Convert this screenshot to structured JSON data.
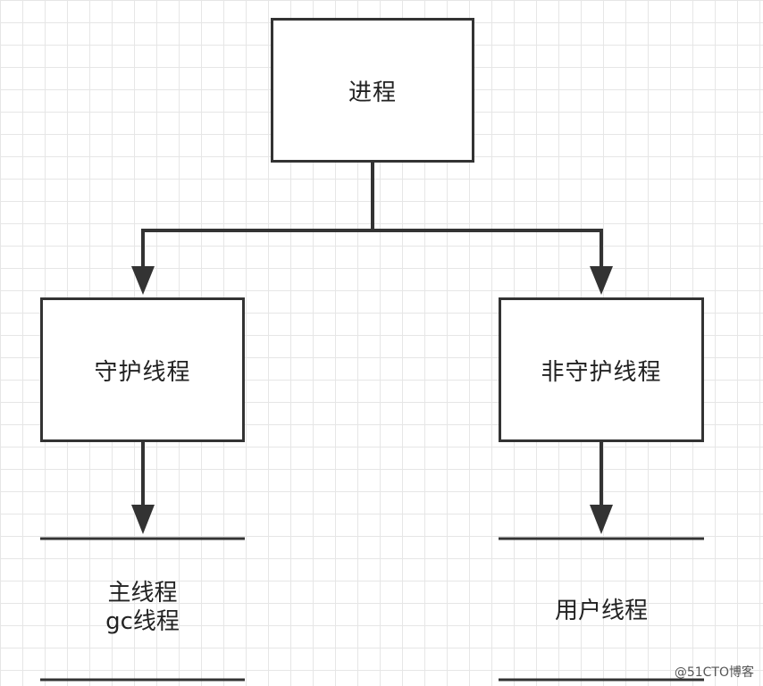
{
  "nodes": {
    "process": "进程",
    "daemon_thread": "守护线程",
    "non_daemon_thread": "非守护线程"
  },
  "daemon_group": {
    "items": [
      "主线程",
      "gc线程"
    ]
  },
  "user_group": {
    "items": [
      "用户线程"
    ]
  },
  "watermark": "@51CTO博客",
  "colors": {
    "stroke": "#333333",
    "grid": "#e6e6e6",
    "background": "#ffffff"
  }
}
